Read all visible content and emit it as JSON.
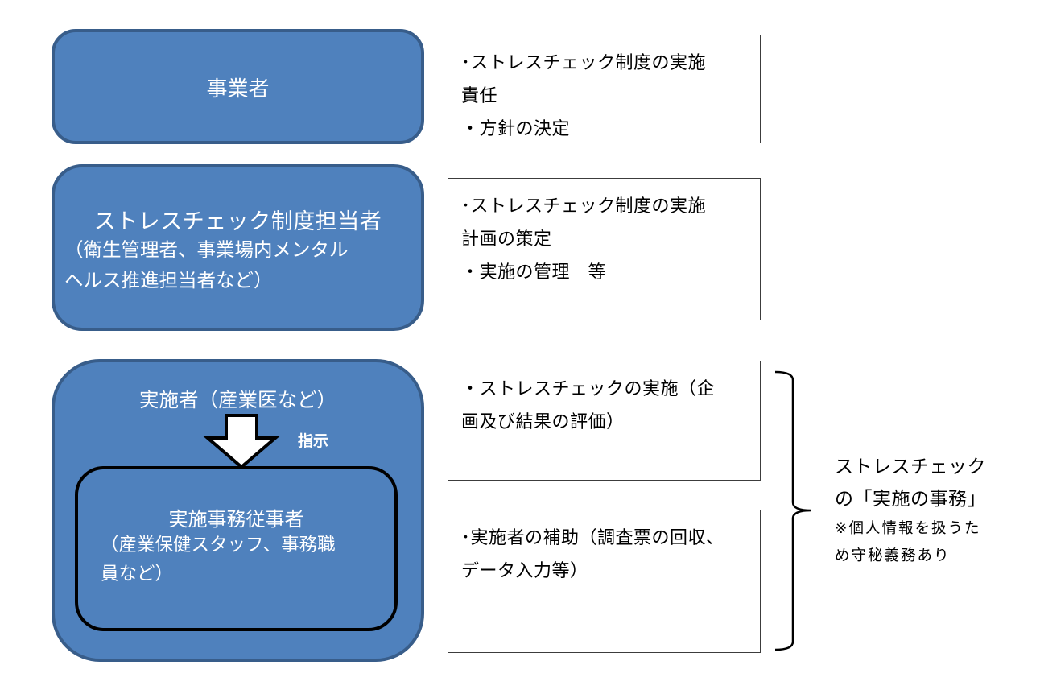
{
  "colors": {
    "role_fill": "#4f81bd",
    "role_border": "#385d8a",
    "role_text": "#ffffff",
    "desc_border": "#3c3c3c",
    "arrow_fill": "#ffffff",
    "arrow_stroke": "#000000"
  },
  "roles": {
    "employer": {
      "title": "事業者"
    },
    "manager": {
      "title": "ストレスチェック制度担当者",
      "subtitle": "（衛生管理者、事業場内メンタル\nヘルス推進担当者など）"
    },
    "implementer": {
      "title": "実施者（産業医など）"
    },
    "instruction_label": "指示",
    "staff": {
      "title": "実施事務従事者",
      "subtitle": "（産業保健スタッフ、事務職\n員など）"
    }
  },
  "descriptions": [
    {
      "text": "･ストレスチェック制度の実施\n責任\n ・方針の決定"
    },
    {
      "text": "･ストレスチェック制度の実施\n計画の策定\n ・実施の管理　等"
    },
    {
      "text": " ・ストレスチェックの実施（企\n画及び結果の評価）"
    },
    {
      "text": "･実施者の補助（調査票の回収、\nデータ入力等）"
    }
  ],
  "summary": {
    "line1": "ストレスチェック",
    "line2": "の「実施の事務」",
    "note_line1": "※個人情報を扱うた",
    "note_line2": "め守秘義務あり"
  }
}
